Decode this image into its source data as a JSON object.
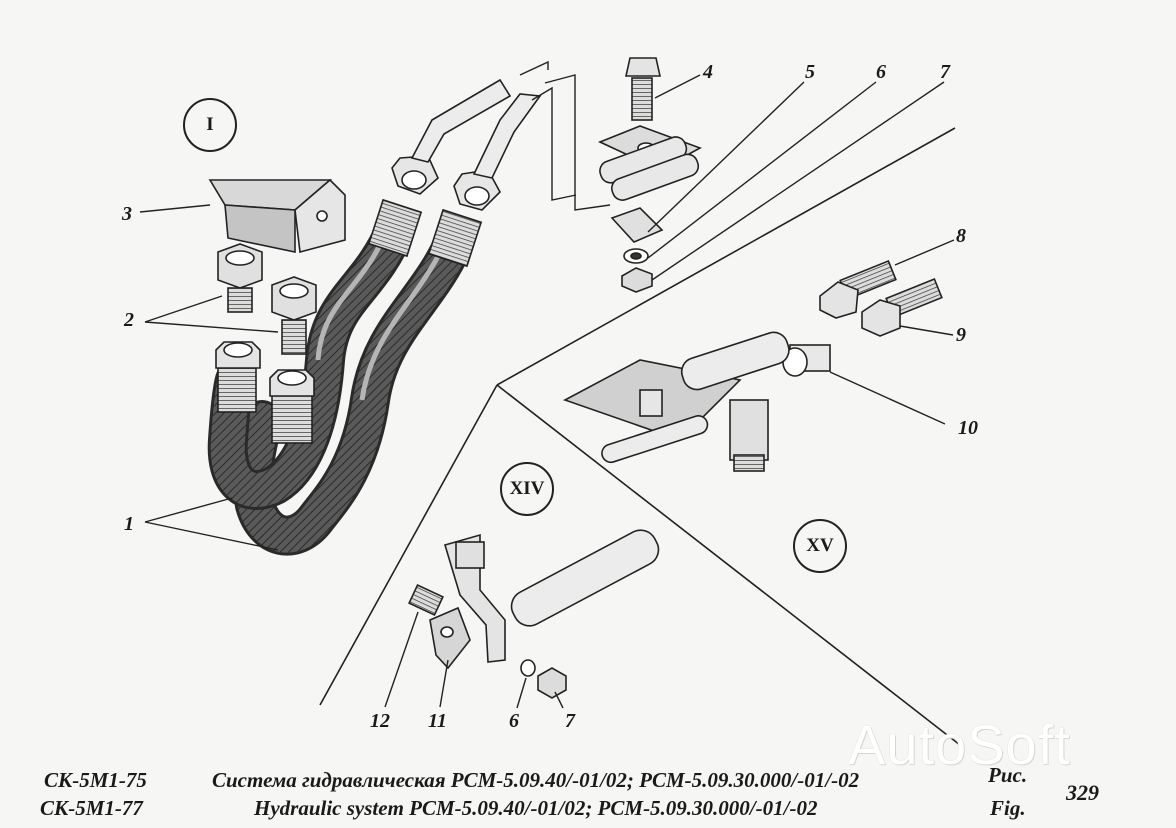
{
  "callouts": {
    "c1": "1",
    "c2": "2",
    "c3": "3",
    "c4": "4",
    "c5": "5",
    "c6": "6",
    "c7": "7",
    "c8": "8",
    "c9": "9",
    "c10": "10",
    "c11": "11",
    "c12": "12",
    "c6b": "6",
    "c7b": "7"
  },
  "views": {
    "v1": "I",
    "v14": "XIV",
    "v15": "XV"
  },
  "caption": {
    "model_top": "СК-5М1-75",
    "model_bottom": "СК-5М1-77",
    "title_ru": "Система гидравлическая РСМ-5.09.40/-01/02; РСМ-5.09.30.000/-01/-02",
    "title_en": "Hydraulic system РСМ-5.09.40/-01/02; РСМ-5.09.30.000/-01/-02",
    "fig_ru": "Рис.",
    "fig_en": "Fig.",
    "fig_number": "329"
  },
  "watermark": "AutoSoft",
  "colors": {
    "ink": "#1a1a1a",
    "paper": "#f6f6f4",
    "hose": "#4a4a4a",
    "hose_hi": "#9a9a9a"
  }
}
